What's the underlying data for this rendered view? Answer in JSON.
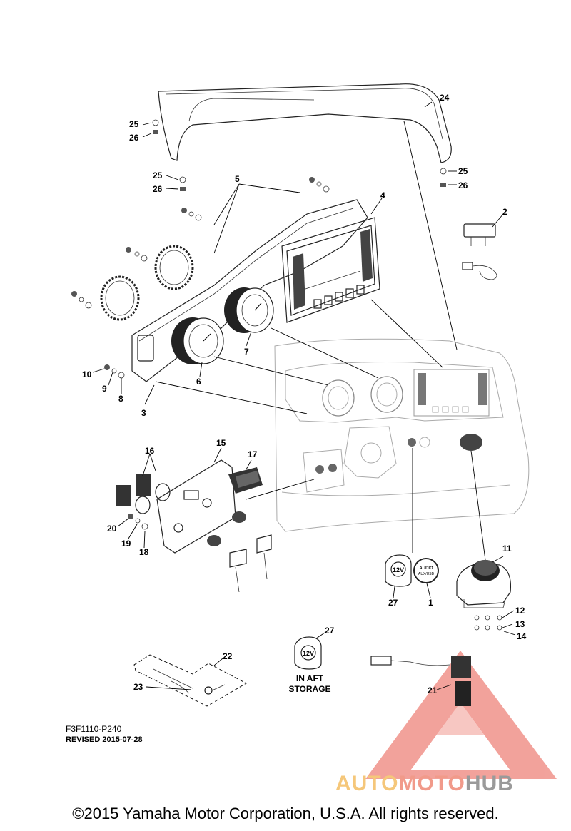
{
  "callouts": [
    {
      "id": "c24",
      "text": "24"
    },
    {
      "id": "c25a",
      "text": "25"
    },
    {
      "id": "c26a",
      "text": "26"
    },
    {
      "id": "c25b",
      "text": "25"
    },
    {
      "id": "c26b",
      "text": "26"
    },
    {
      "id": "c25c",
      "text": "25"
    },
    {
      "id": "c26c",
      "text": "26"
    },
    {
      "id": "c5",
      "text": "5"
    },
    {
      "id": "c4",
      "text": "4"
    },
    {
      "id": "c2",
      "text": "2"
    },
    {
      "id": "c7",
      "text": "7"
    },
    {
      "id": "c6",
      "text": "6"
    },
    {
      "id": "c10",
      "text": "10"
    },
    {
      "id": "c9",
      "text": "9"
    },
    {
      "id": "c8",
      "text": "8"
    },
    {
      "id": "c3",
      "text": "3"
    },
    {
      "id": "c16",
      "text": "16"
    },
    {
      "id": "c15",
      "text": "15"
    },
    {
      "id": "c17",
      "text": "17"
    },
    {
      "id": "c20",
      "text": "20"
    },
    {
      "id": "c19",
      "text": "19"
    },
    {
      "id": "c18",
      "text": "18"
    },
    {
      "id": "c11",
      "text": "11"
    },
    {
      "id": "c27a",
      "text": "27"
    },
    {
      "id": "c1",
      "text": "1"
    },
    {
      "id": "c12",
      "text": "12"
    },
    {
      "id": "c13",
      "text": "13"
    },
    {
      "id": "c14",
      "text": "14"
    },
    {
      "id": "c27b",
      "text": "27"
    },
    {
      "id": "c22",
      "text": "22"
    },
    {
      "id": "c23",
      "text": "23"
    },
    {
      "id": "c21",
      "text": "21"
    }
  ],
  "storage_note": "IN AFT\nSTORAGE",
  "drawing_code": "F3F1110-P240",
  "revised": "REVISED 2015-07-28",
  "socket_label": "12V",
  "audio_label": "AUDIO",
  "audio_sublabel": "AUX/USB",
  "watermark": {
    "part1": "AUTO",
    "part2": "MOTO",
    "part3": "HUB"
  },
  "copyright": "©2015 Yamaha Motor Corporation, U.S.A. All rights reserved.",
  "colors": {
    "watermark_triangle": "#e34a3a",
    "watermark_auto": "#f5c77a",
    "watermark_moto": "#f19a8a",
    "watermark_hub": "#9a9a9a"
  }
}
